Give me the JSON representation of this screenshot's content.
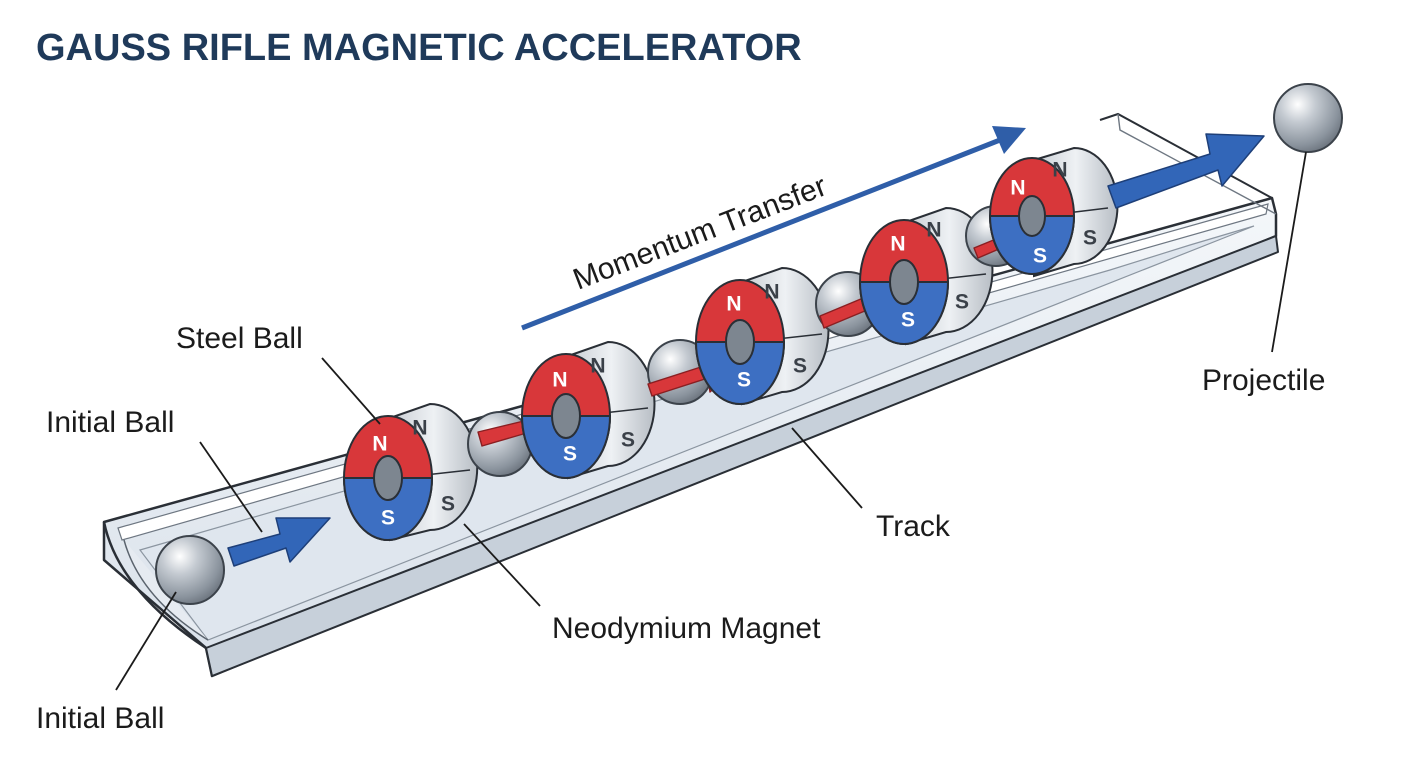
{
  "title": "GAUSS RIFLE MAGNETIC ACCELERATOR",
  "labels": {
    "momentum": "Momentum Transfer",
    "steel_ball": "Steel Ball",
    "initial_ball_top": "Initial Ball",
    "initial_ball_bottom": "Initial Ball",
    "neodymium_magnet": "Neodymium Magnet",
    "track": "Track",
    "projectile": "Projectile"
  },
  "poles": {
    "north": "N",
    "south": "S"
  },
  "colors": {
    "north": "#d8373a",
    "south": "#3d6fc2",
    "arrow_blue": "#3266b8",
    "arrow_red": "#d8373a",
    "track": "#e4eaf1",
    "steel": "#9aa3ad",
    "title": "#1f3a5a"
  },
  "magnet_count": 5,
  "steel_ball_count": 4
}
